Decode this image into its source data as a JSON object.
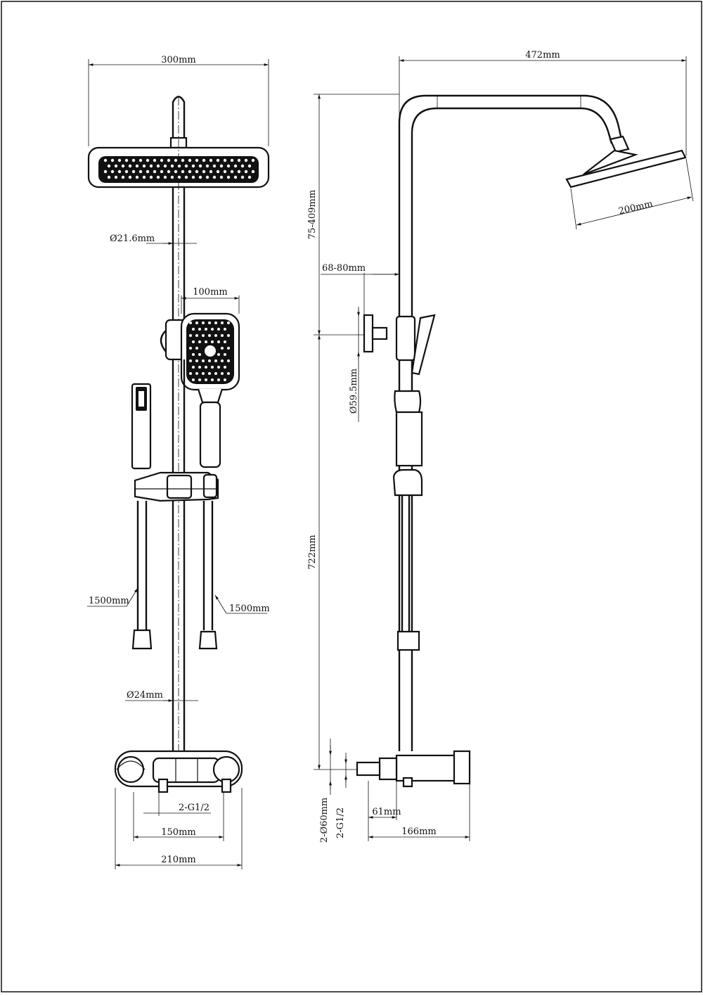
{
  "colors": {
    "line": "#111111",
    "background": "#ffffff"
  },
  "front_view": {
    "width_head": "300mm",
    "dia_pipe_top": "Ø21.6mm",
    "hand_shower_width": "100mm",
    "hose_left": "1500mm",
    "hose_right": "1500mm",
    "dia_pipe_bottom": "Ø24mm",
    "inlet_thread": "2-G1/2",
    "inlet_spacing": "150mm",
    "valve_width": "210mm"
  },
  "side_view": {
    "total_reach": "472mm",
    "head_diameter": "200mm",
    "adjust_height": "75-409mm",
    "bracket_offset": "68-80mm",
    "bracket_dia": "Ø59.5mm",
    "lower_height": "722mm",
    "escutcheon_dia": "2-Ø60mm",
    "inlet_thread": "2-G1/2",
    "inlet_length": "61mm",
    "valve_depth": "166mm"
  }
}
